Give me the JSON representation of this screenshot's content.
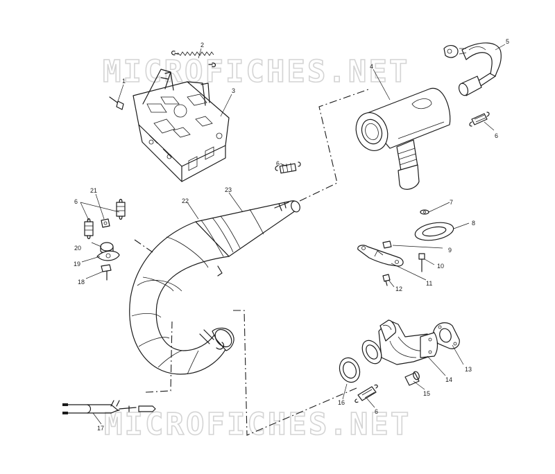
{
  "watermark": {
    "text": "MICROFICHES.NET"
  },
  "callouts": {
    "c1": "1",
    "c2": "2",
    "c3": "3",
    "c4": "4",
    "c5": "5",
    "c6a": "6",
    "c6b": "6",
    "c6c": "6",
    "c6d": "6",
    "c7": "7",
    "c8": "8",
    "c9": "9",
    "c10": "10",
    "c11": "11",
    "c12": "12",
    "c13": "13",
    "c14": "14",
    "c15": "15",
    "c16": "16",
    "c17": "17",
    "c18": "18",
    "c19": "19",
    "c20": "20",
    "c21": "21",
    "c22": "22",
    "c23": "23"
  }
}
